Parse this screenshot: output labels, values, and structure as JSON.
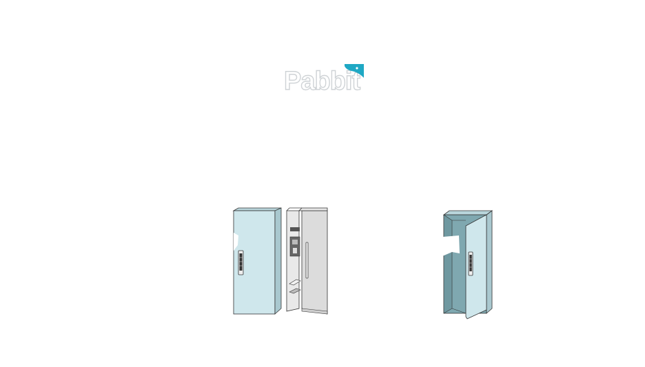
{
  "brand": {
    "name": "Pabbit",
    "accent": "#1fa8c4",
    "text_color": "#ffffff",
    "outline_color": "#cfd3d6"
  },
  "illustrations": {
    "left": {
      "name": "locker-next-to-refrigerator"
    },
    "right": {
      "name": "locker-with-open-door"
    },
    "locker_color": "#cfe7ec",
    "locker_interior_color": "#7fa8b0",
    "fridge_color": "#dcdcdc"
  }
}
